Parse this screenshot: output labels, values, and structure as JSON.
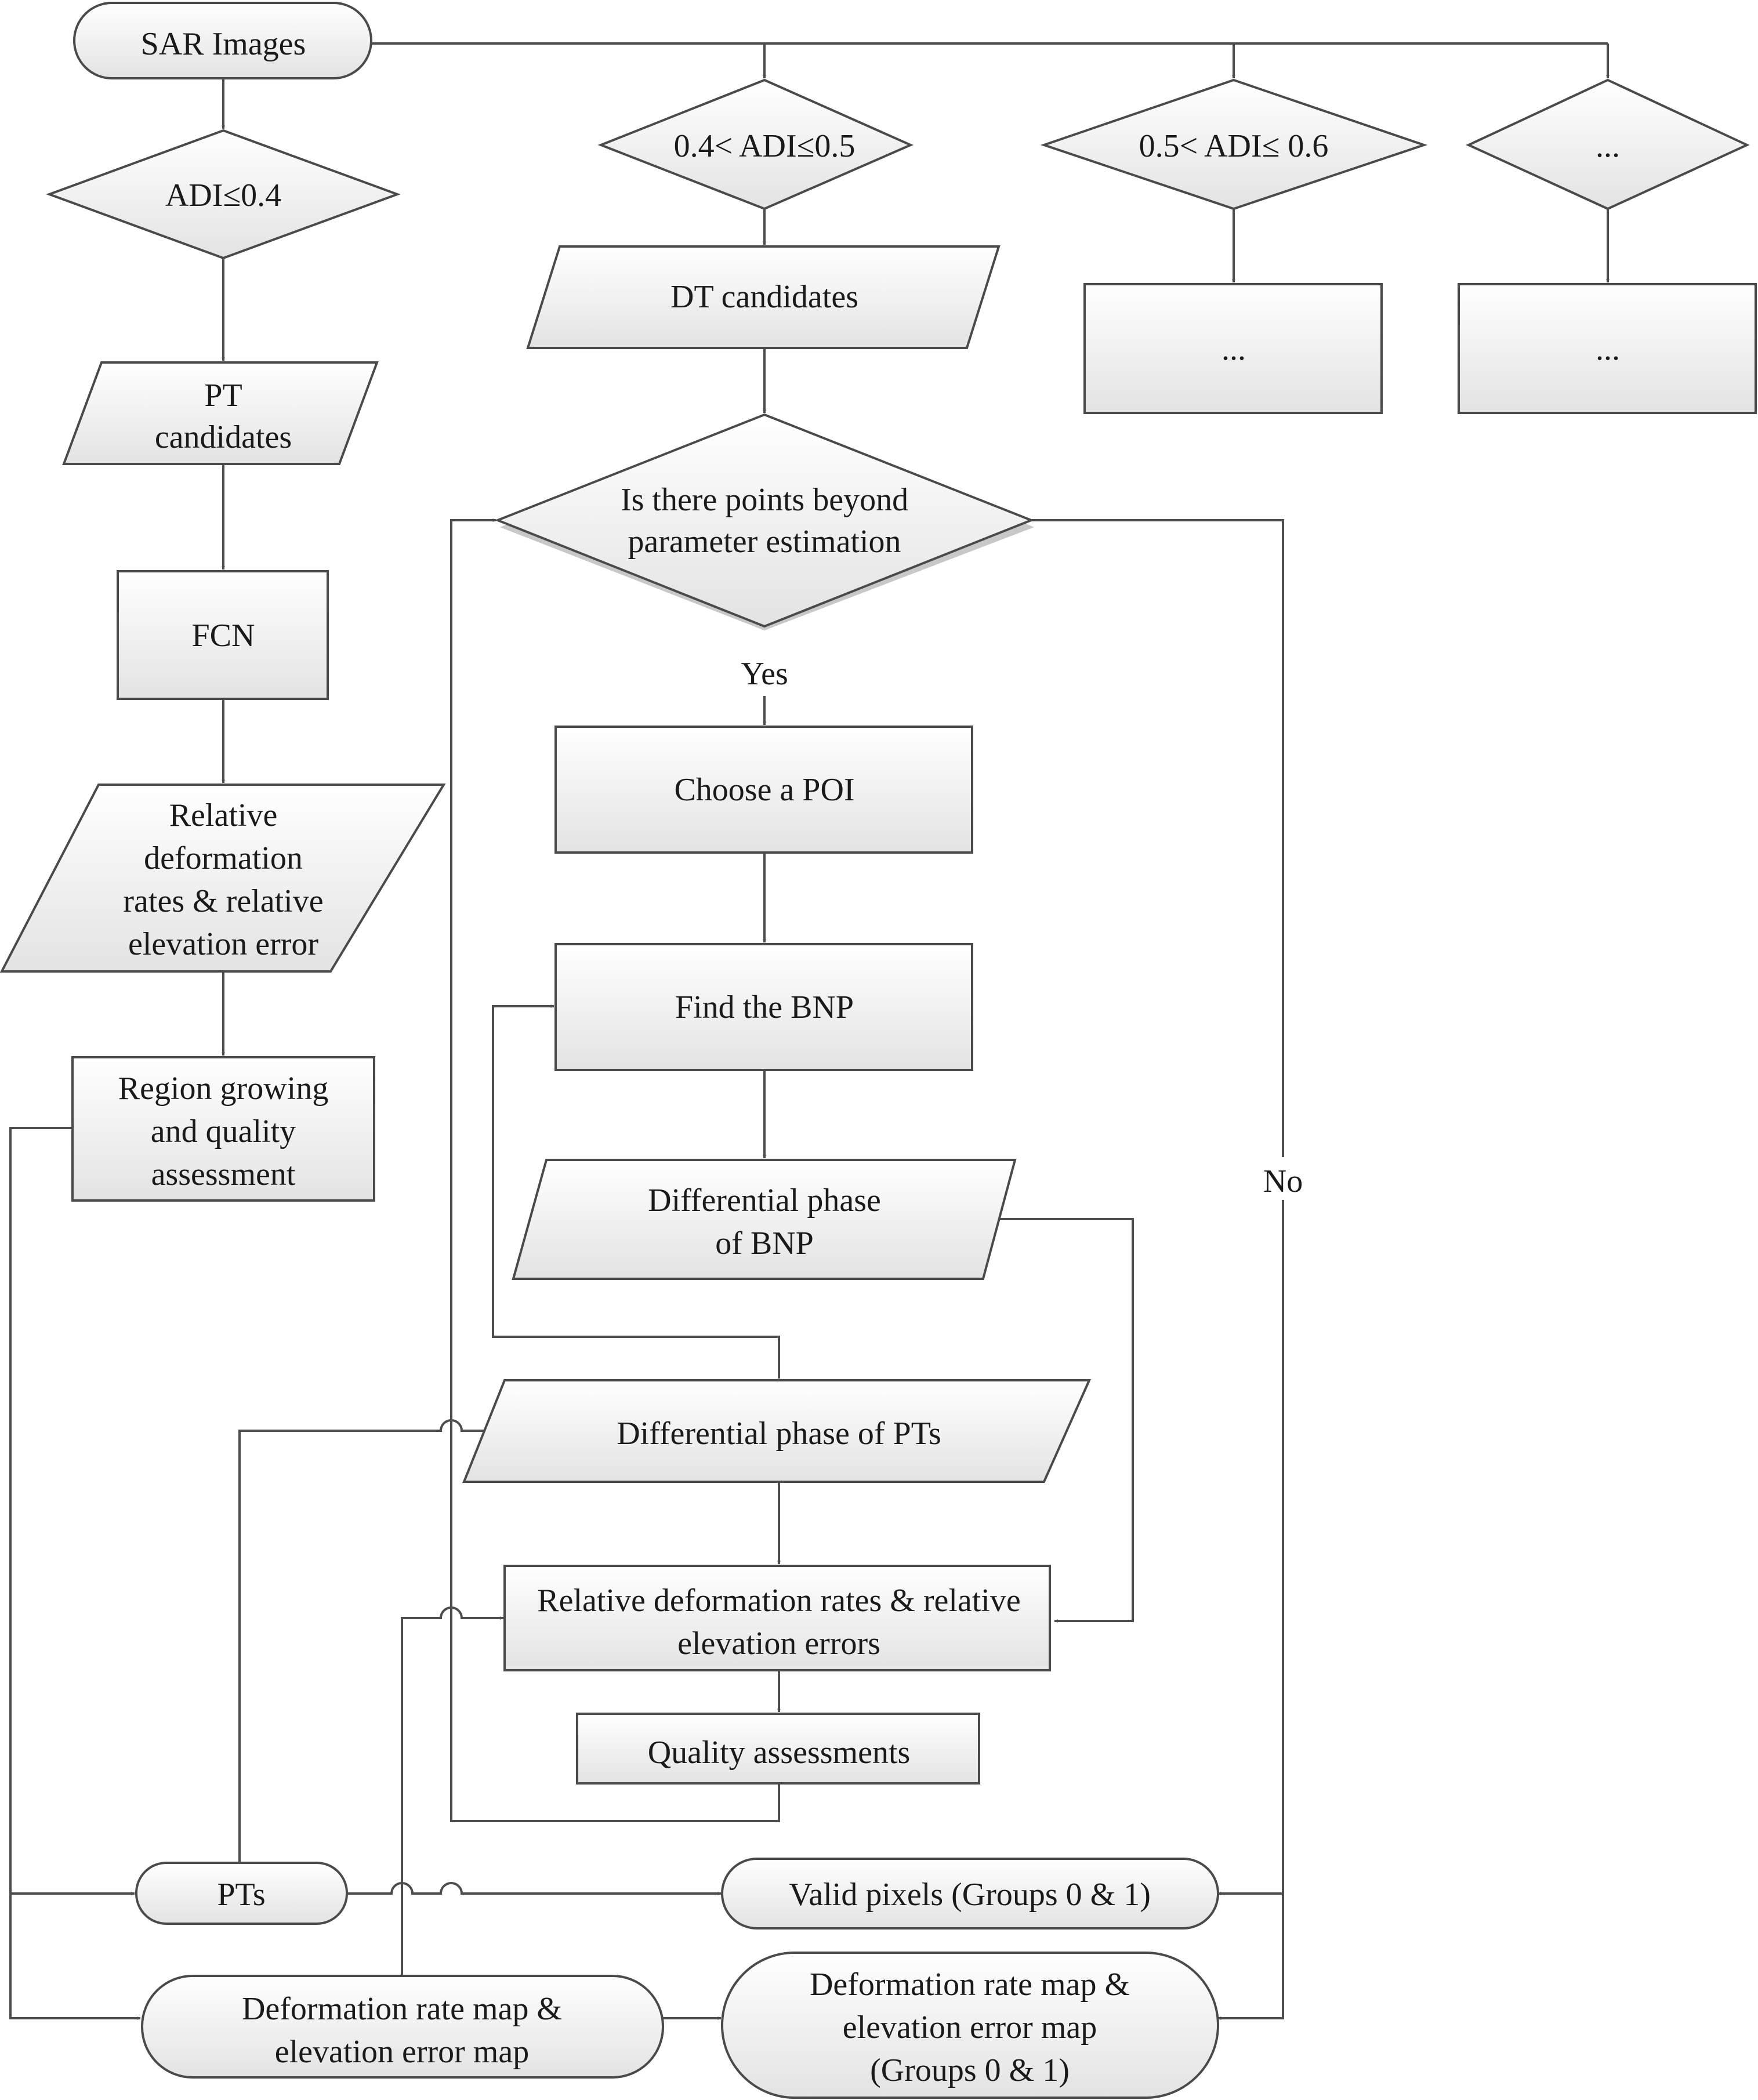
{
  "nodes": {
    "sar": "SAR Images",
    "adi1": "ADI≤0.4",
    "pt_cand": [
      "PT",
      "candidates"
    ],
    "fcn": "FCN",
    "rel_def_left": [
      "Relative",
      "deformation",
      "rates & relative",
      "elevation error"
    ],
    "region": [
      "Region growing",
      "and quality",
      "assessment"
    ],
    "adi2": "0.4< ADI≤0.5",
    "dt_cand": "DT candidates",
    "adi3": "0.5< ADI≤ 0.6",
    "adi4": "...",
    "box3": "...",
    "box4": "...",
    "decision": [
      "Is there points beyond",
      "parameter estimation"
    ],
    "choose_poi": "Choose a POI",
    "find_bnp": "Find the BNP",
    "diff_bnp": [
      "Differential phase",
      "of BNP"
    ],
    "diff_pts": "Differential phase of PTs",
    "rel_def_mid": [
      "Relative deformation rates & relative",
      "elevation errors"
    ],
    "quality": "Quality assessments",
    "pts": "PTs",
    "valid": "Valid pixels (Groups 0 & 1)",
    "def_map_left": [
      "Deformation rate map &",
      "elevation error map"
    ],
    "def_map_right": [
      "Deformation rate map &",
      "elevation error map",
      "(Groups 0 & 1)"
    ]
  },
  "edge_labels": {
    "yes": "Yes",
    "no": "No"
  }
}
